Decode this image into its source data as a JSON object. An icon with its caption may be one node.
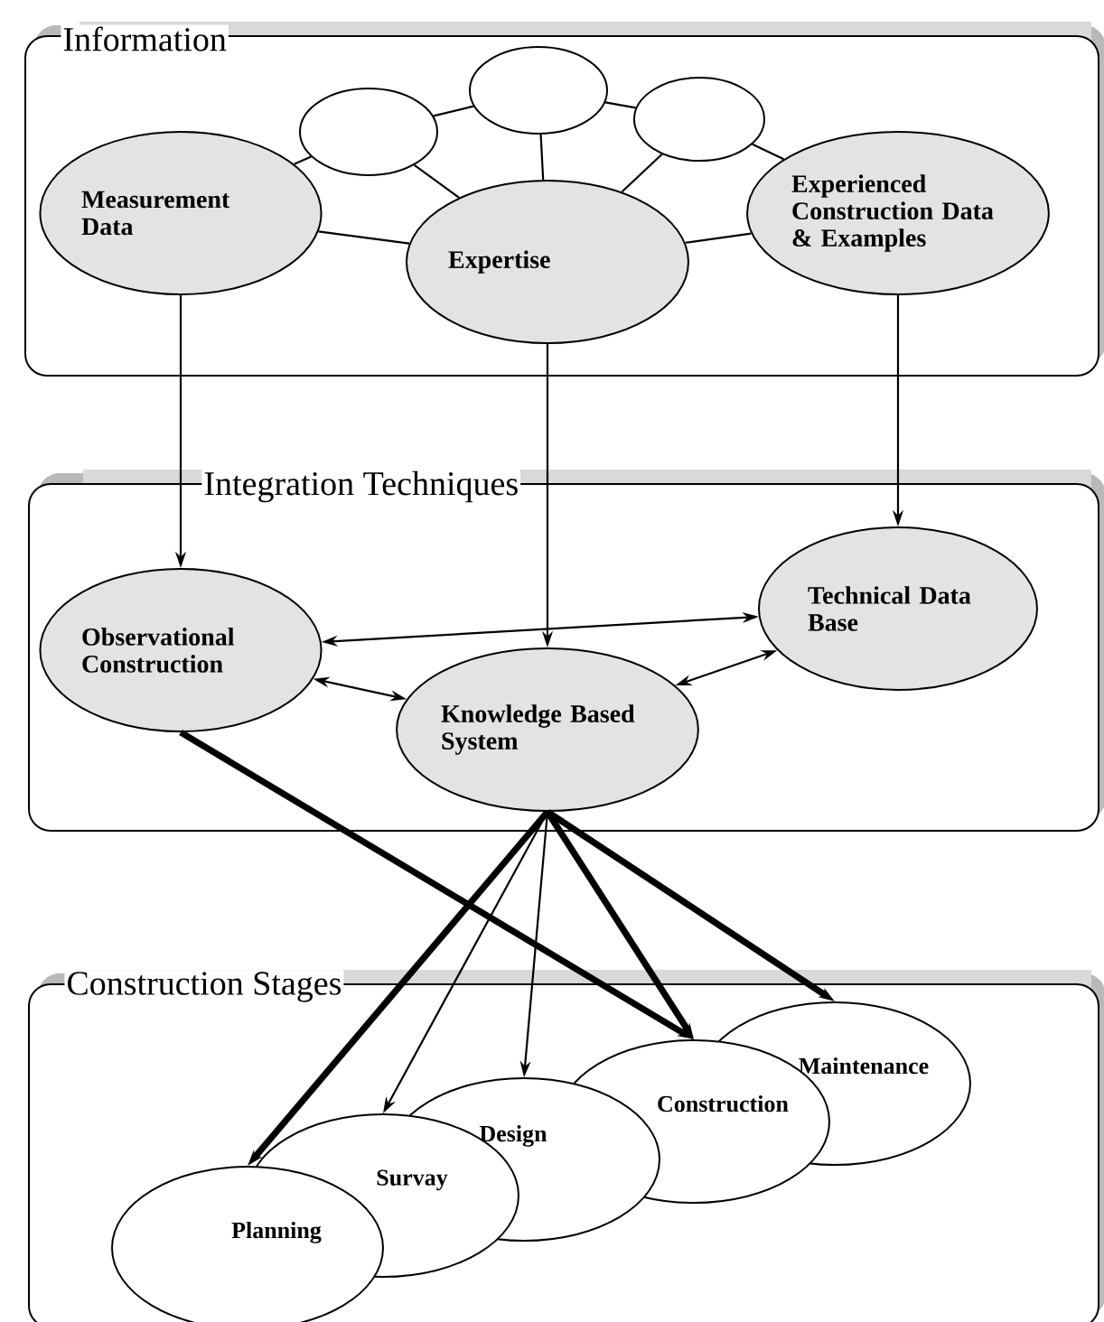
{
  "diagram": {
    "nodes": [
      {
        "text": [
          "Information"
        ]
      },
      {
        "text": [
          "Measurement Data"
        ],
        "in": 0
      },
      {
        "text": [
          "Expertise"
        ],
        "in": 0
      },
      {
        "text": [
          "Experienced Construction Data & Examples"
        ],
        "in": 0
      },
      {
        "text": [],
        "shape": "ellipse",
        "in": 0
      },
      {
        "text": [],
        "shape": "ellipse",
        "in": 0
      },
      {
        "text": [],
        "shape": "ellipse",
        "in": 0
      },
      {
        "text": [
          "Integration Techniques"
        ]
      },
      {
        "text": [
          "Observational Construction"
        ],
        "in": 7
      },
      {
        "text": [
          "Knowledge Based System"
        ],
        "in": 7
      },
      {
        "text": [
          "Technical Data Base"
        ],
        "in": 7
      },
      {
        "text": [
          "Construction Stages"
        ]
      },
      {
        "text": [
          "Planning"
        ],
        "in": 11
      },
      {
        "text": [
          "Survay"
        ],
        "in": 11
      },
      {
        "text": [
          "Design"
        ],
        "in": 11
      },
      {
        "text": [
          "Construction"
        ],
        "in": 11
      },
      {
        "text": [
          "Maintenance"
        ],
        "in": 11
      }
    ],
    "edges": [
      {
        "from": 1,
        "to": 4,
        "arrow": "none"
      },
      {
        "from": 4,
        "to": 2,
        "arrow": "none"
      },
      {
        "from": 2,
        "to": 5,
        "arrow": "none"
      },
      {
        "from": 5,
        "to": 4,
        "arrow": "none"
      },
      {
        "from": 5,
        "to": 6,
        "arrow": "none"
      },
      {
        "from": 6,
        "to": 2,
        "arrow": "none"
      },
      {
        "from": 6,
        "to": 3,
        "arrow": "none"
      },
      {
        "from": 1,
        "to": 2,
        "arrow": "none"
      },
      {
        "from": 2,
        "to": 3,
        "arrow": "none"
      },
      {
        "from": 1,
        "to": 8,
        "arrow": "to"
      },
      {
        "from": 2,
        "to": 9,
        "arrow": "to"
      },
      {
        "from": 3,
        "to": 10,
        "arrow": "to"
      },
      {
        "from": 8,
        "to": 10,
        "arrow": "both"
      },
      {
        "from": 8,
        "to": 9,
        "arrow": "both"
      },
      {
        "from": 9,
        "to": 10,
        "arrow": "both"
      },
      {
        "from": 8,
        "to": 15,
        "arrow": "to",
        "style": "thick"
      },
      {
        "from": 9,
        "to": 12,
        "arrow": "to",
        "style": "thick"
      },
      {
        "from": 9,
        "to": 13,
        "arrow": "to"
      },
      {
        "from": 9,
        "to": 14,
        "arrow": "to"
      },
      {
        "from": 9,
        "to": 15,
        "arrow": "to",
        "style": "thick"
      },
      {
        "from": 9,
        "to": 16,
        "arrow": "to",
        "style": "thick"
      }
    ]
  }
}
